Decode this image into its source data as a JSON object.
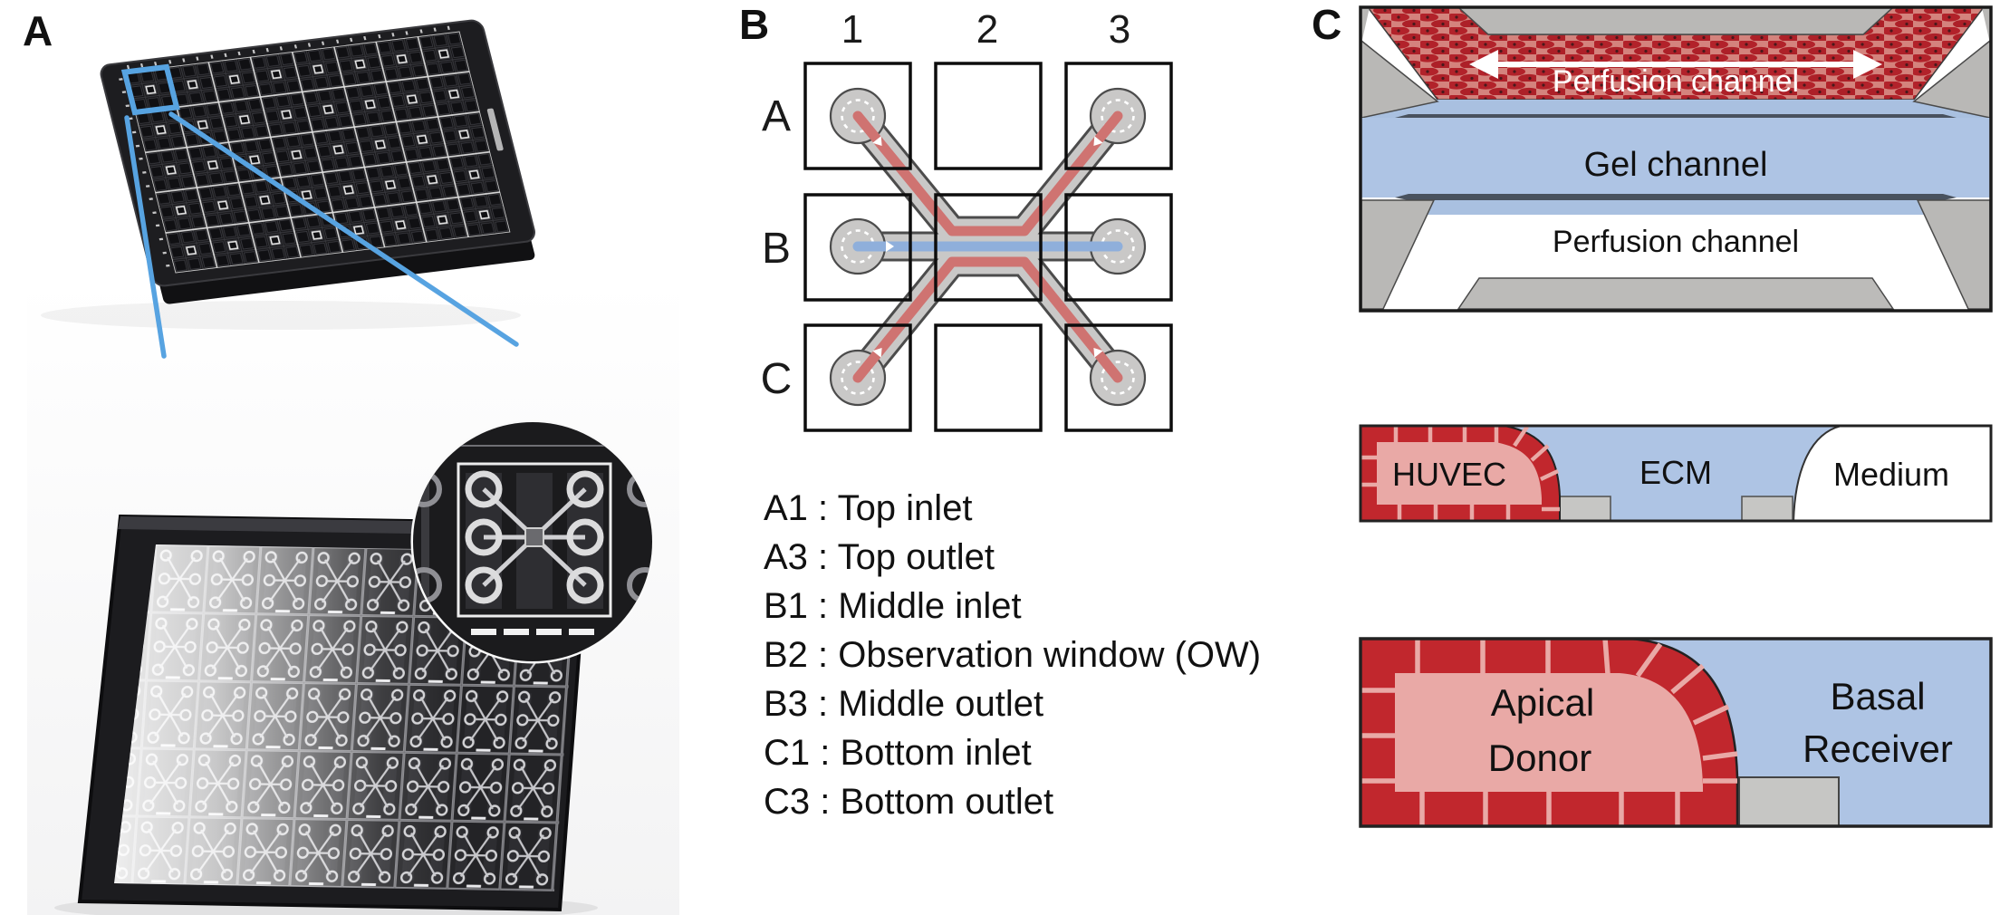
{
  "panels": {
    "a": {
      "label": "A"
    },
    "b": {
      "label": "B"
    },
    "c": {
      "label": "C"
    }
  },
  "panel_b": {
    "columns": [
      "1",
      "2",
      "3"
    ],
    "rows": [
      "A",
      "B",
      "C"
    ],
    "separator": " : ",
    "legend": [
      {
        "code": "A1",
        "desc": "Top inlet"
      },
      {
        "code": "A3",
        "desc": "Top outlet"
      },
      {
        "code": "B1",
        "desc": "Middle inlet"
      },
      {
        "code": "B2",
        "desc": "Observation window (OW)"
      },
      {
        "code": "B3",
        "desc": "Middle outlet"
      },
      {
        "code": "C1",
        "desc": "Bottom inlet"
      },
      {
        "code": "C3",
        "desc": "Bottom outlet"
      }
    ]
  },
  "panel_c": {
    "cross_section": {
      "top_channel": "Perfusion channel",
      "middle_channel": "Gel channel",
      "bottom_channel": "Perfusion channel"
    },
    "culture_row": {
      "left": "HUVEC",
      "middle": "ECM",
      "right": "Medium"
    },
    "assay_row": {
      "left_line1": "Apical",
      "left_line2": "Donor",
      "right_line1": "Basal",
      "right_line2": "Receiver"
    }
  },
  "colors": {
    "channel_red": "#cf7371",
    "gel_blue": "#8fafdb",
    "chip_gray": "#c9c8c7",
    "outline_gray": "#4c4c4c",
    "callout_blue": "#57a3e1",
    "cell_dark_red": "#c1272d",
    "cell_inner_pink": "#e9a9a6",
    "ecm_blue": "#aec4e4",
    "wall_gray": "#b9b8b6",
    "plate_black": "#1c1c1f"
  }
}
